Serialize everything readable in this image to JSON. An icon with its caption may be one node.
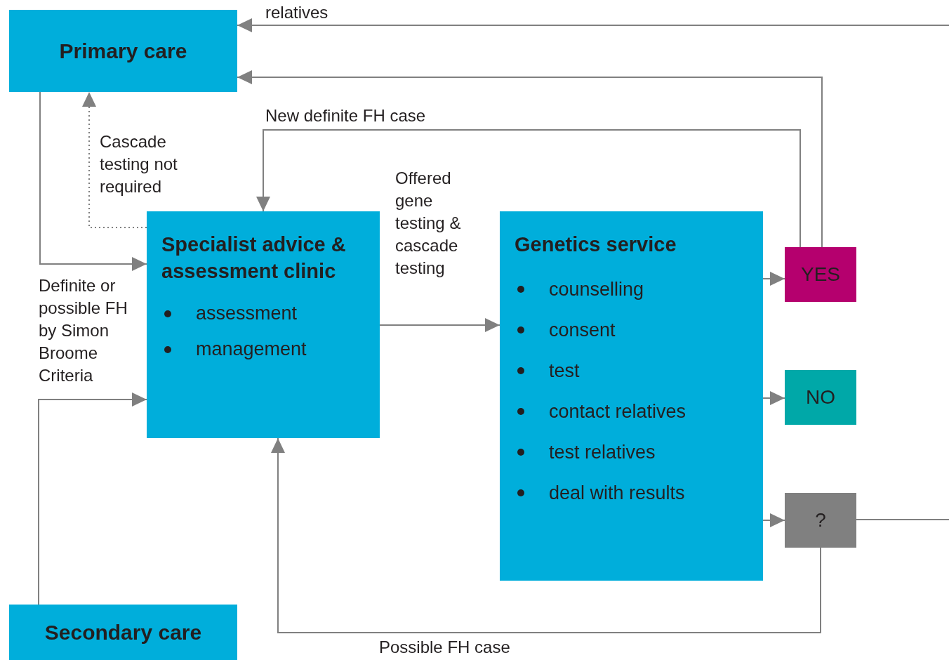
{
  "diagram": {
    "nodes": [
      {
        "text": [
          "Primary care"
        ]
      },
      {
        "text": [
          "Specialist advice & assessment clinic",
          "assessment",
          "management"
        ]
      },
      {
        "text": [
          "Genetics service",
          "counselling",
          "consent",
          "test",
          "contact relatives",
          "test relatives",
          "deal with results"
        ]
      },
      {
        "text": [
          "YES"
        ]
      },
      {
        "text": [
          "NO"
        ]
      },
      {
        "text": [
          "?"
        ]
      },
      {
        "text": [
          "Secondary care"
        ]
      }
    ],
    "edges": [
      {
        "from": null,
        "to": 0,
        "arrow": "to",
        "label": "relatives"
      },
      {
        "from": 3,
        "to": 0,
        "arrow": "to"
      },
      {
        "from": 3,
        "to": 1,
        "arrow": "to",
        "label": "New definite FH case"
      },
      {
        "from": 1,
        "to": 0,
        "arrow": "to",
        "style": "dashed",
        "label": "Cascade testing not required"
      },
      {
        "from": 0,
        "to": 1,
        "arrow": "to"
      },
      {
        "from": 6,
        "to": 1,
        "arrow": "to"
      },
      {
        "from": 1,
        "to": 2,
        "arrow": "to",
        "label": "Offered gene testing & cascade testing"
      },
      {
        "from": 2,
        "to": 3,
        "arrow": "to"
      },
      {
        "from": 2,
        "to": 4,
        "arrow": "to"
      },
      {
        "from": 2,
        "to": 5,
        "arrow": "to"
      },
      {
        "from": 5,
        "to": 1,
        "arrow": "to",
        "label": "Possible FH case"
      },
      {
        "from": 5,
        "to": null,
        "arrow": "none"
      }
    ],
    "labels": [
      "Definite or possible FH by Simon Broome Criteria"
    ]
  }
}
